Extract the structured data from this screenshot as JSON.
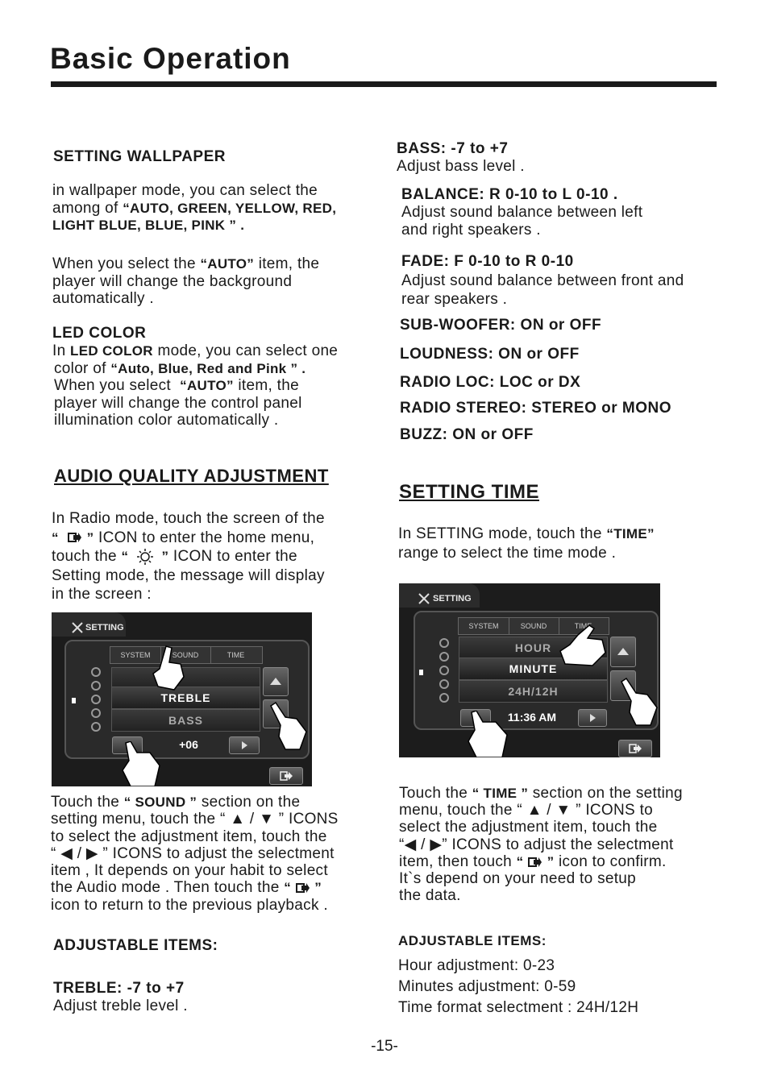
{
  "page": {
    "title": "Basic Operation",
    "page_number": "-15-"
  },
  "left": {
    "wallpaper_heading": "SETTING WALLPAPER",
    "wallpaper_p1_a": "in wallpaper mode, you can select the",
    "wallpaper_p1_b": "among of",
    "wallpaper_p1_options_a": "“AUTO, GREEN, YELLOW, RED,",
    "wallpaper_p1_options_b": "LIGHT BLUE, BLUE, PINK ” .",
    "wallpaper_p2_a": "When you select  the",
    "wallpaper_p2_auto": "“AUTO”",
    "wallpaper_p2_b": "item, the",
    "wallpaper_p2_c": "player will change the background",
    "wallpaper_p2_d": "automatically .",
    "led_heading": "LED COLOR",
    "led_p_a": "In",
    "led_p_bold": "LED COLOR",
    "led_p_b": "mode, you can select one",
    "led_p_c": "color of",
    "led_p_options": "“Auto, Blue, Red and Pink ” .",
    "led_p_d": "When you select",
    "led_p_auto": "“AUTO”",
    "led_p_e": "item, the",
    "led_p_f": "player will change the control panel",
    "led_p_g": "illumination color automatically .",
    "audio_heading": "AUDIO QUALITY ADJUSTMENT",
    "audio_p_a": "In Radio mode, touch the screen of the",
    "audio_p_b": "ICON to enter the home menu,",
    "audio_p_c": "touch the",
    "audio_p_d": "ICON to enter the",
    "audio_p_e": "Setting mode, the message will display",
    "audio_p_f": "in the screen :",
    "sound_p_a": "Touch the",
    "sound_p_sound": "“ SOUND ”",
    "sound_p_b": "section on the",
    "sound_p_c": "setting menu, touch the “",
    "sound_p_d": "” ICONS",
    "sound_p_e": "to select the adjustment item, touch the",
    "sound_p_f": "” ICONS to adjust the selectment",
    "sound_p_g": "item , It depends on your habit to select",
    "sound_p_h": "the Audio mode . Then touch the",
    "sound_p_i": "icon to return to the previous playback .",
    "adjustable_heading": "ADJUSTABLE  ITEMS:",
    "treble_heading": "TREBLE: -7 to +7",
    "treble_desc": "Adjust treble level ."
  },
  "screen1": {
    "tab": "SETTING",
    "subtabs": [
      "SYSTEM",
      "SOUND",
      "TIME"
    ],
    "rows": [
      "TREBLE",
      "BASS"
    ],
    "value": "+06"
  },
  "right": {
    "bass_heading": "BASS: -7 to +7",
    "bass_desc": "Adjust bass level .",
    "balance_heading": "BALANCE: R 0-10 to L 0-10 .",
    "balance_desc_a": "Adjust sound balance between left",
    "balance_desc_b": "and right speakers .",
    "fade_heading": "FADE: F 0-10 to R 0-10",
    "fade_desc_a": "Adjust sound balance between front and",
    "fade_desc_b": "rear speakers .",
    "subwoofer": "SUB-WOOFER: ON or OFF",
    "loudness": "LOUDNESS: ON or OFF",
    "radio_loc": "RADIO LOC: LOC or DX",
    "radio_stereo": "RADIO STEREO: STEREO or MONO",
    "buzz": "BUZZ: ON or OFF",
    "time_heading": "SETTING TIME",
    "time_p_a": "In SETTING mode, touch the",
    "time_p_time": "“TIME”",
    "time_p_b": "range to select the time mode .",
    "touch_p_a": "Touch the",
    "touch_p_time": "“ TIME ”",
    "touch_p_b": "section on the setting",
    "touch_p_c": "menu, touch the “",
    "touch_p_d": "” ICONS to",
    "touch_p_e": "select the adjustment item, touch the",
    "touch_p_f": "” ICONS to adjust the selectment",
    "touch_p_g": "item, then touch",
    "touch_p_h": "icon to confirm.",
    "touch_p_i": "It`s depend on your need to setup",
    "touch_p_j": "the data.",
    "adjustable_heading": "ADJUSTABLE  ITEMS:",
    "hour_adj": "Hour adjustment:  0-23",
    "minute_adj": "Minutes adjustment:  0-59",
    "format_adj": "Time format selectment :  24H/12H"
  },
  "screen2": {
    "tab": "SETTING",
    "subtabs": [
      "SYSTEM",
      "SOUND",
      "TIME"
    ],
    "rows": [
      "HOUR",
      "MINUTE",
      "24H/12H"
    ],
    "value": "11:36 AM"
  }
}
